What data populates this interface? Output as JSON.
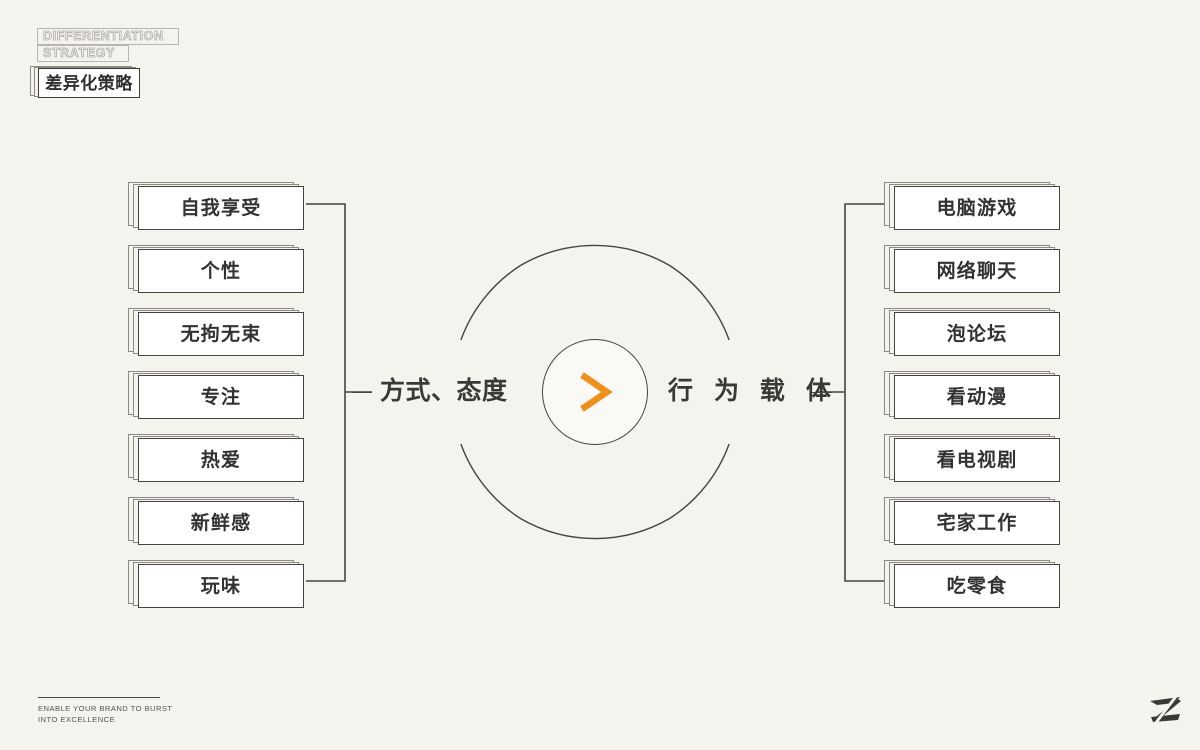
{
  "slide": {
    "title": "差异化策略 — 方式态度与行为载体",
    "background_color": "#f4f3ee",
    "accent_color": "#ee8f1c",
    "ink_color": "#3b3a38"
  },
  "brand": {
    "line1": "DIFFERENTIATION",
    "line2": "STRATEGY",
    "cn_name": "差异化策略"
  },
  "left_group": {
    "axis_label": "方式、态度",
    "cards": [
      {
        "label": "自我享受"
      },
      {
        "label": "个性"
      },
      {
        "label": "无拘无束"
      },
      {
        "label": "专注"
      },
      {
        "label": "热爱"
      },
      {
        "label": "新鲜感"
      },
      {
        "label": "玩味"
      }
    ]
  },
  "right_group": {
    "axis_label": "行 为 载 体",
    "cards": [
      {
        "label": "电脑游戏"
      },
      {
        "label": "网络聊天"
      },
      {
        "label": "泡论坛"
      },
      {
        "label": "看动漫"
      },
      {
        "label": "看电视剧"
      },
      {
        "label": "宅家工作"
      },
      {
        "label": "吃零食"
      }
    ]
  },
  "hub": {
    "icon": "chevron-right-icon",
    "icon_color": "#ee8f1c"
  },
  "footer": {
    "tagline_line1": "ENABLE YOUR BRAND TO BURST",
    "tagline_line2": "INTO EXCELLENCE",
    "mark": "z-monogram"
  }
}
